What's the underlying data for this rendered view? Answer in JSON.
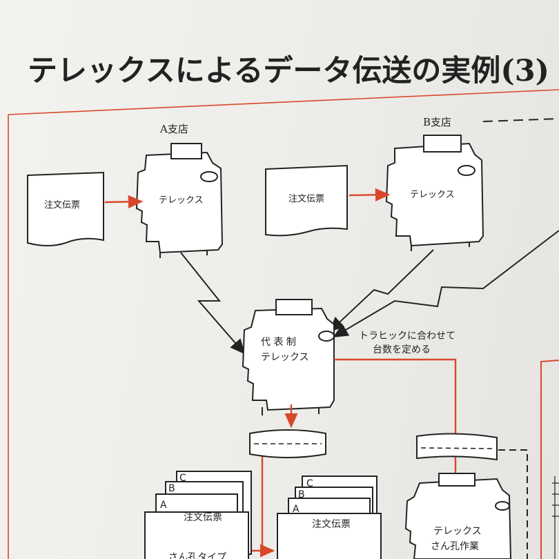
{
  "title": "テレックスによるデータ伝送の実例(3)",
  "labels": {
    "branch_a": "A支店",
    "branch_b": "B支店",
    "order_slip": "注文伝票",
    "telex": "テレックス",
    "rep_line1": "代 表 制",
    "rep_line2": "テレックス",
    "traffic_line1": "トラヒックに合わせて",
    "traffic_line2": "台数を定める",
    "tape_punch_line1": "テレックス",
    "tape_punch_line2": "さん孔作業",
    "sheet_a": "A",
    "sheet_b": "B",
    "sheet_c": "C",
    "partial_bottom": "さん孔タイプ"
  },
  "colors": {
    "accent_line": "#d9472b",
    "ink": "#222222"
  }
}
